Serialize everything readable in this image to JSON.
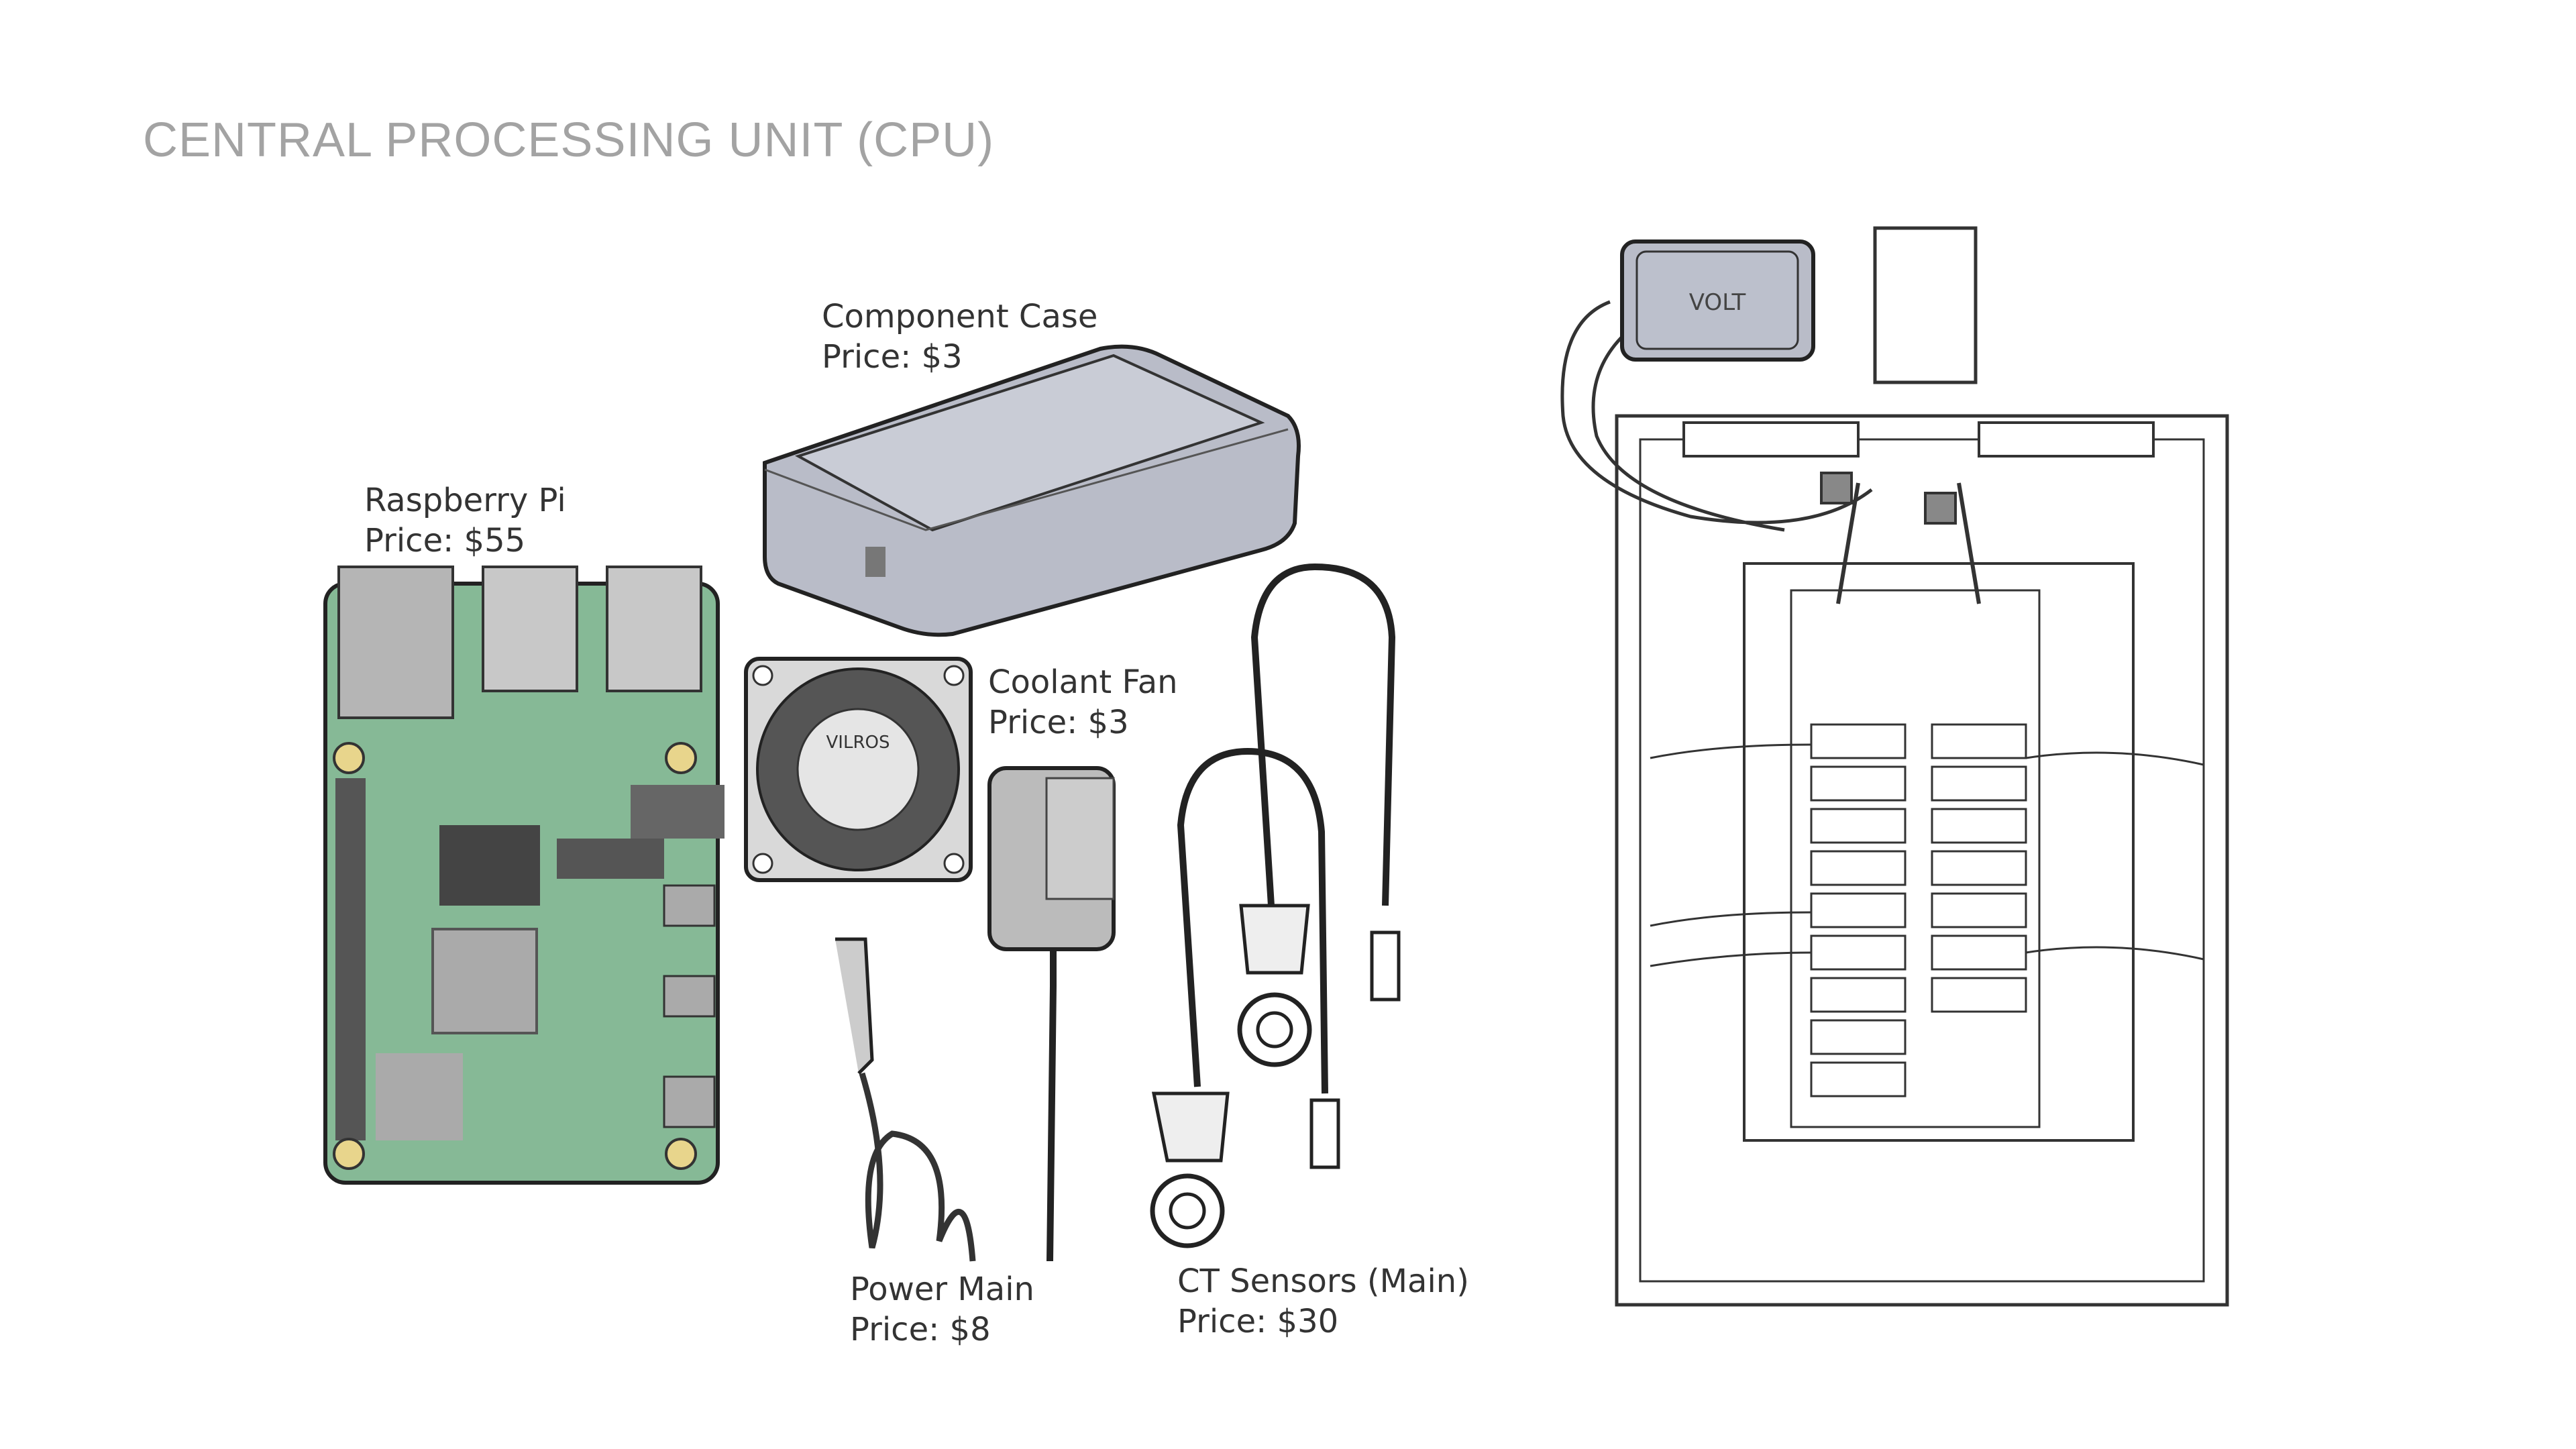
{
  "slide": {
    "title": "CENTRAL PROCESSING UNIT (CPU)"
  },
  "components": [
    {
      "name": "Raspberry Pi",
      "price": "Price: $55"
    },
    {
      "name": "Component Case",
      "price": "Price: $3"
    },
    {
      "name": "Coolant Fan",
      "price": "Price: $3"
    },
    {
      "name": "Power Main",
      "price": "Price: $8"
    },
    {
      "name": "CT Sensors (Main)",
      "price": "Price: $30"
    }
  ],
  "fan_brand": "VILROS",
  "volt_box_logo": "VOLT",
  "colors": {
    "title": "#a3a3a3",
    "label": "#333333",
    "pcb": "#7fb48f",
    "case": "#b9bcc8"
  }
}
